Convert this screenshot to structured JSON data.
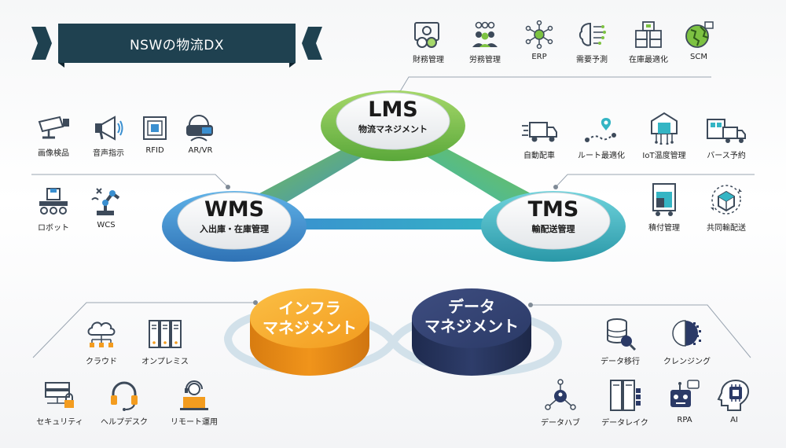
{
  "title": "NSWの物流DX",
  "nodes": {
    "lms": {
      "name": "LMS",
      "sub": "物流マネジメント"
    },
    "wms": {
      "name": "WMS",
      "sub": "入出庫・在庫管理"
    },
    "tms": {
      "name": "TMS",
      "sub": "輸配送管理"
    }
  },
  "discs": {
    "infra": {
      "line1": "インフラ",
      "line2": "マネジメント"
    },
    "data": {
      "line1": "データ",
      "line2": "マネジメント"
    }
  },
  "lms_items": [
    {
      "label": "財務管理",
      "icon": "finance-icon"
    },
    {
      "label": "労務管理",
      "icon": "labor-icon"
    },
    {
      "label": "ERP",
      "icon": "erp-icon"
    },
    {
      "label": "需要予測",
      "icon": "brain-icon"
    },
    {
      "label": "在庫最適化",
      "icon": "boxes-icon"
    },
    {
      "label": "SCM",
      "icon": "globe-icon"
    }
  ],
  "wms_items": [
    {
      "label": "画像検品",
      "icon": "camera-icon"
    },
    {
      "label": "音声指示",
      "icon": "megaphone-icon"
    },
    {
      "label": "RFID",
      "icon": "rfid-icon"
    },
    {
      "label": "AR/VR",
      "icon": "vr-icon"
    },
    {
      "label": "ロボット",
      "icon": "conveyor-icon"
    },
    {
      "label": "WCS",
      "icon": "robot-arm-icon"
    }
  ],
  "tms_items": [
    {
      "label": "自動配車",
      "icon": "truck-icon"
    },
    {
      "label": "ルート最適化",
      "icon": "route-icon"
    },
    {
      "label": "IoT温度管理",
      "icon": "warehouse-icon"
    },
    {
      "label": "バース予約",
      "icon": "berth-icon"
    },
    {
      "label": "積付管理",
      "icon": "loading-icon"
    },
    {
      "label": "共同輸配送",
      "icon": "shared-delivery-icon"
    }
  ],
  "infra_items": [
    {
      "label": "クラウド",
      "icon": "cloud-icon"
    },
    {
      "label": "オンプレミス",
      "icon": "server-icon"
    },
    {
      "label": "セキュリティ",
      "icon": "security-icon"
    },
    {
      "label": "ヘルプデスク",
      "icon": "headset-icon"
    },
    {
      "label": "リモート運用",
      "icon": "remote-icon"
    }
  ],
  "data_items": [
    {
      "label": "データ移行",
      "icon": "database-icon"
    },
    {
      "label": "クレンジング",
      "icon": "cleansing-icon"
    },
    {
      "label": "データハブ",
      "icon": "hub-icon"
    },
    {
      "label": "データレイク",
      "icon": "lake-icon"
    },
    {
      "label": "RPA",
      "icon": "rpa-icon"
    },
    {
      "label": "AI",
      "icon": "ai-head-icon"
    }
  ],
  "colors": {
    "lms_green": "#7dc242",
    "blue": "#3a8fd0",
    "teal": "#34b5c4",
    "orange": "#f39c1f",
    "navy": "#2b3a67",
    "banner": "#1f4150",
    "icon_dark": "#3d4a5a"
  }
}
